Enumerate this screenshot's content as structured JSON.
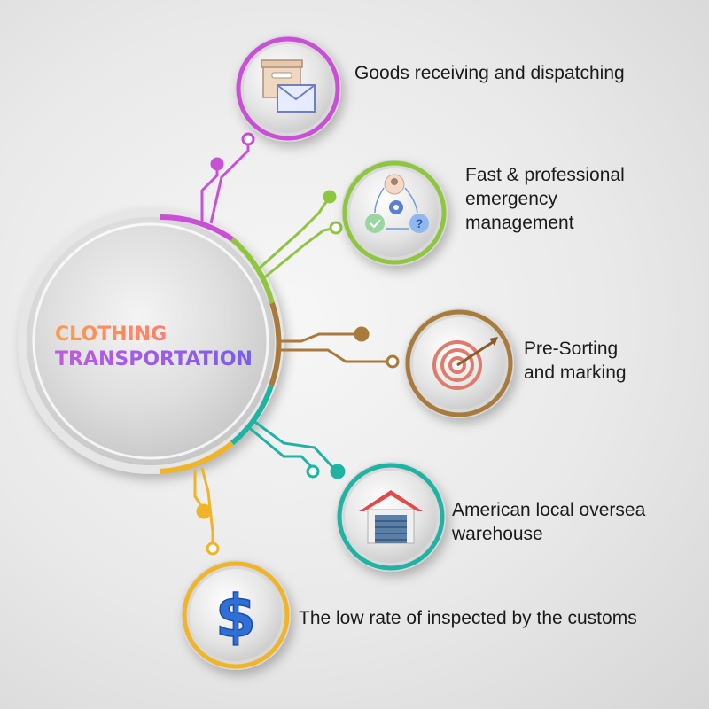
{
  "center": {
    "line1": "CLOTHING",
    "line2": "TRANSPORTATION"
  },
  "items": [
    {
      "lines": [
        "Goods receiving and dispatching"
      ],
      "color": "#c84fd6",
      "icon": "box-mail-icon"
    },
    {
      "lines": [
        "Fast & professional",
        "emergency",
        "management"
      ],
      "color": "#8ec63f",
      "icon": "workflow-gear-icon"
    },
    {
      "lines": [
        "Pre-Sorting",
        "and marking"
      ],
      "color": "#a87a3c",
      "icon": "target-arrow-icon"
    },
    {
      "lines": [
        "American local oversea",
        "warehouse"
      ],
      "color": "#1fb3a3",
      "icon": "warehouse-icon"
    },
    {
      "lines": [
        "The low rate of inspected by the customs"
      ],
      "color": "#f0b429",
      "icon": "dollar-icon"
    }
  ]
}
